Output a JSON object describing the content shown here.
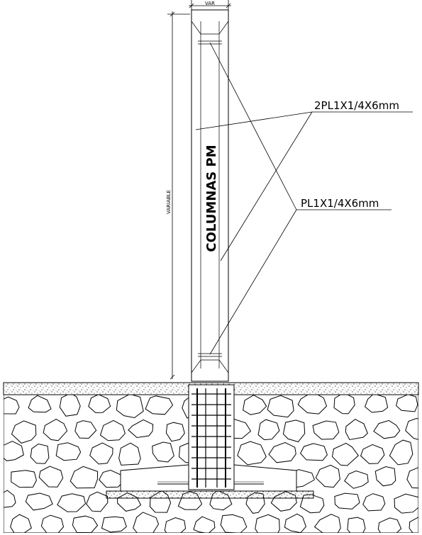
{
  "title": "COLUMNAS PM",
  "dimensions": {
    "width_label": "VAR",
    "height_label": "VARIABLE"
  },
  "callouts": {
    "longitudinal": "2PL1X1/4X6mm",
    "stirrups": "PL1X1/4X6mm"
  },
  "colors": {
    "line": "#000000",
    "background": "#ffffff"
  }
}
